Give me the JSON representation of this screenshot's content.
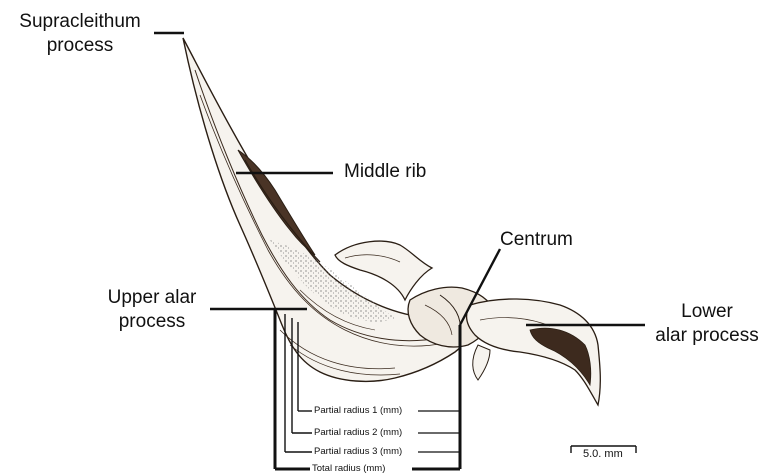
{
  "labels": {
    "supracleithum_line1": "Supracleithum",
    "supracleithum_line2": "process",
    "middle_rib": "Middle rib",
    "centrum": "Centrum",
    "upper_alar_line1": "Upper alar",
    "upper_alar_line2": "process",
    "lower_alar_line1": "Lower",
    "lower_alar_line2": "alar process"
  },
  "measurements": {
    "partial_radius_1": "Partial radius 1 (mm)",
    "partial_radius_2": "Partial radius 2 (mm)",
    "partial_radius_3": "Partial radius 3 (mm)",
    "total_radius": "Total radius (mm)"
  },
  "scale_bar": {
    "label": "5.0. mm"
  }
}
